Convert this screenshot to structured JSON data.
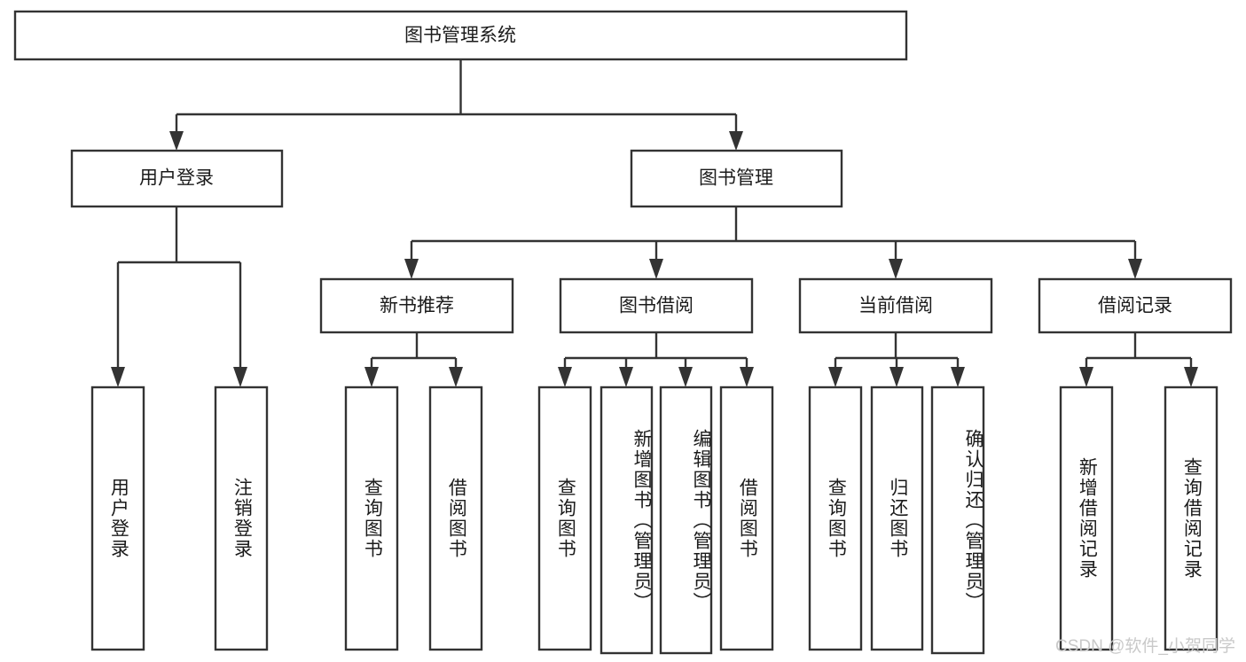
{
  "diagram": {
    "title": "图书管理系统",
    "type": "tree-hierarchy-chart",
    "root": {
      "id": "root",
      "label": "图书管理系统"
    },
    "level1": [
      {
        "id": "user-login",
        "label": "用户登录"
      },
      {
        "id": "book-manage",
        "label": "图书管理"
      }
    ],
    "level2": [
      {
        "id": "new-book-rec",
        "label": "新书推荐",
        "parent": "book-manage"
      },
      {
        "id": "book-borrow",
        "label": "图书借阅",
        "parent": "book-manage"
      },
      {
        "id": "current-borrow",
        "label": "当前借阅",
        "parent": "book-manage"
      },
      {
        "id": "borrow-record",
        "label": "借阅记录",
        "parent": "book-manage"
      }
    ],
    "leaves": [
      {
        "id": "leaf-user-login",
        "label": "用户登录",
        "parent": "user-login"
      },
      {
        "id": "leaf-logout",
        "label": "注销登录",
        "parent": "user-login"
      },
      {
        "id": "leaf-query-book-1",
        "label": "查询图书",
        "parent": "new-book-rec"
      },
      {
        "id": "leaf-borrow-book-1",
        "label": "借阅图书",
        "parent": "new-book-rec"
      },
      {
        "id": "leaf-query-book-2",
        "label": "查询图书",
        "parent": "book-borrow"
      },
      {
        "id": "leaf-add-book",
        "label": "新增图书（管理员）",
        "parent": "book-borrow"
      },
      {
        "id": "leaf-edit-book",
        "label": "编辑图书（管理员）",
        "parent": "book-borrow"
      },
      {
        "id": "leaf-borrow-book-2",
        "label": "借阅图书",
        "parent": "book-borrow"
      },
      {
        "id": "leaf-query-book-3",
        "label": "查询图书",
        "parent": "current-borrow"
      },
      {
        "id": "leaf-return-book",
        "label": "归还图书",
        "parent": "current-borrow"
      },
      {
        "id": "leaf-confirm-return",
        "label": "确认归还（管理员）",
        "parent": "current-borrow"
      },
      {
        "id": "leaf-add-record",
        "label": "新增借阅记录",
        "parent": "borrow-record"
      },
      {
        "id": "leaf-query-record",
        "label": "查询借阅记录",
        "parent": "borrow-record"
      }
    ],
    "colors": {
      "stroke": "#333333",
      "fill": "#ffffff",
      "text": "#1b1b1b",
      "watermark": "#c9c9c9",
      "background": "#ffffff"
    }
  },
  "watermark": {
    "text": "CSDN @软件_小贺同学"
  }
}
